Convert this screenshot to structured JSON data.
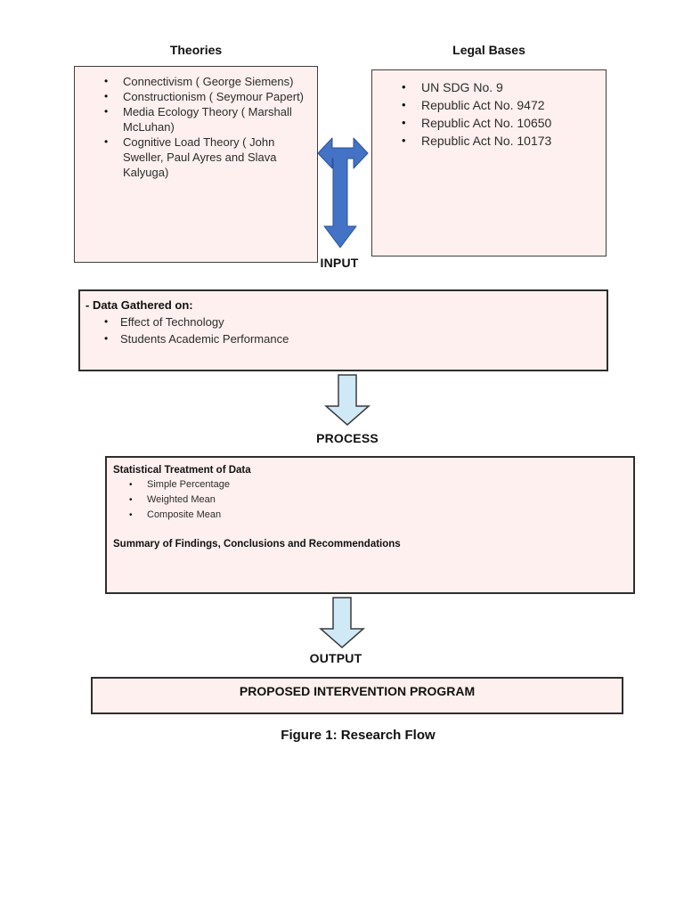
{
  "theories": {
    "title": "Theories",
    "items": [
      "Connectivism ( George Siemens)",
      "Constructionism ( Seymour Papert)",
      "Media Ecology Theory ( Marshall McLuhan)",
      "Cognitive Load Theory ( John Sweller, Paul Ayres and Slava Kalyuga)"
    ]
  },
  "legal_bases": {
    "title": "Legal Bases",
    "items": [
      "UN SDG No. 9",
      "Republic Act No. 9472",
      "Republic Act No. 10650",
      "Republic Act No. 10173"
    ]
  },
  "input": {
    "label": "INPUT",
    "heading": "- Data Gathered on:",
    "items": [
      "Effect of Technology",
      "Students Academic Performance"
    ]
  },
  "process": {
    "label": "PROCESS",
    "heading": "Statistical Treatment of Data",
    "items": [
      "Simple Percentage",
      "Weighted Mean",
      "Composite Mean"
    ],
    "summary": "Summary of Findings, Conclusions and Recommendations"
  },
  "output": {
    "label": "OUTPUT",
    "box_text": "PROPOSED INTERVENTION PROGRAM"
  },
  "caption": "Figure 1: Research Flow",
  "bullet_glyph": "•",
  "colors": {
    "box_fill": "#fdf0ee",
    "box_border": "#3e3e3e",
    "flow_border": "#2e2e2e",
    "blue_arrow": "#4472c4",
    "blue_arrow_edge": "#2d539b",
    "light_arrow_fill": "#cfe9f7",
    "light_arrow_edge": "#3b3b3b"
  }
}
